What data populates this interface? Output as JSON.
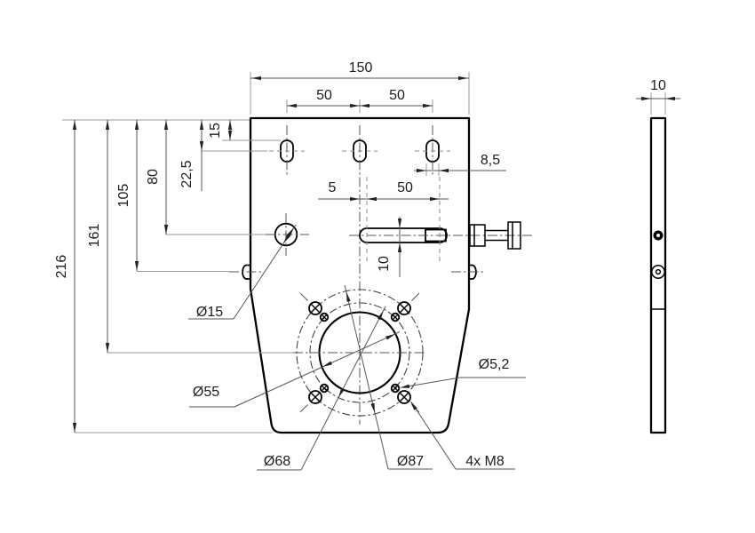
{
  "drawing": {
    "front_view": {
      "dims": {
        "overall_width": "150",
        "slot_spacing_left": "50",
        "slot_spacing_right": "50",
        "slot_top_offset": "15",
        "slot_center_offset": "22,5",
        "hole_offset": "80",
        "tab_offset": "105",
        "bore_offset": "161",
        "overall_height": "216",
        "key_slot_offset": "5",
        "key_slot_length": "50",
        "key_slot_height": "10",
        "top_slot_width": "8,5",
        "hole_dia": "Ø15",
        "bore_dia": "Ø55",
        "small_hole_dia": "Ø5,2",
        "bolt_circle_inner": "Ø68",
        "bolt_circle_outer": "Ø87",
        "thread_spec": "4x M8"
      }
    },
    "side_view": {
      "dims": {
        "thickness": "10"
      }
    },
    "colors": {
      "line": "#000000",
      "dim_line": "#555555",
      "extension_line": "#999999",
      "background": "#ffffff"
    }
  }
}
